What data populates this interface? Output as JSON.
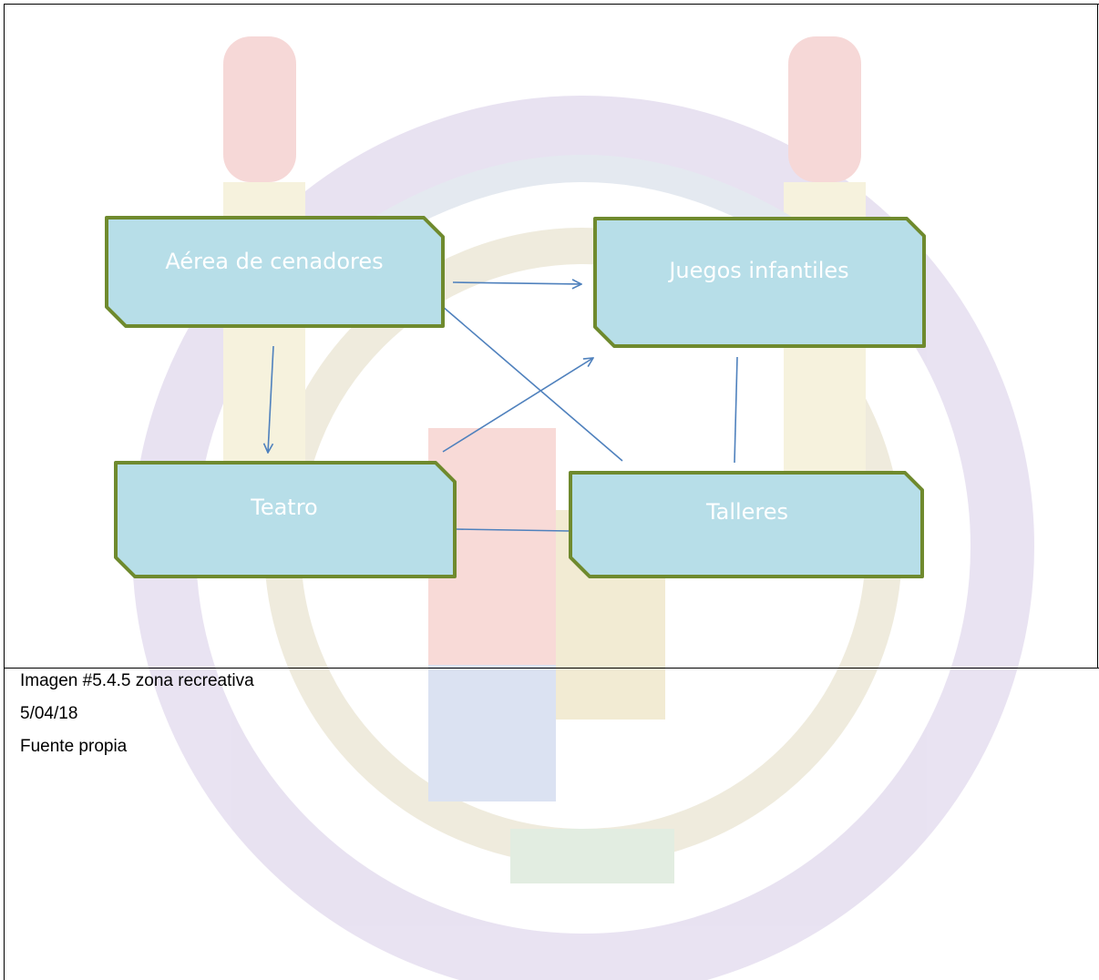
{
  "diagram": {
    "nodes": {
      "cenadores": {
        "label": "Aérea de cenadores"
      },
      "juegos": {
        "label": "Juegos infantiles"
      },
      "teatro": {
        "label": "Teatro"
      },
      "talleres": {
        "label": "Talleres"
      }
    },
    "colors": {
      "node_fill": "#b7dee8",
      "node_border": "#6f8a2e",
      "connector": "#4f81bd",
      "label": "#ffffff"
    }
  },
  "caption": {
    "line1": "Imagen #5.4.5  zona recreativa",
    "line2": "5/04/18",
    "line3": "Fuente propia"
  }
}
